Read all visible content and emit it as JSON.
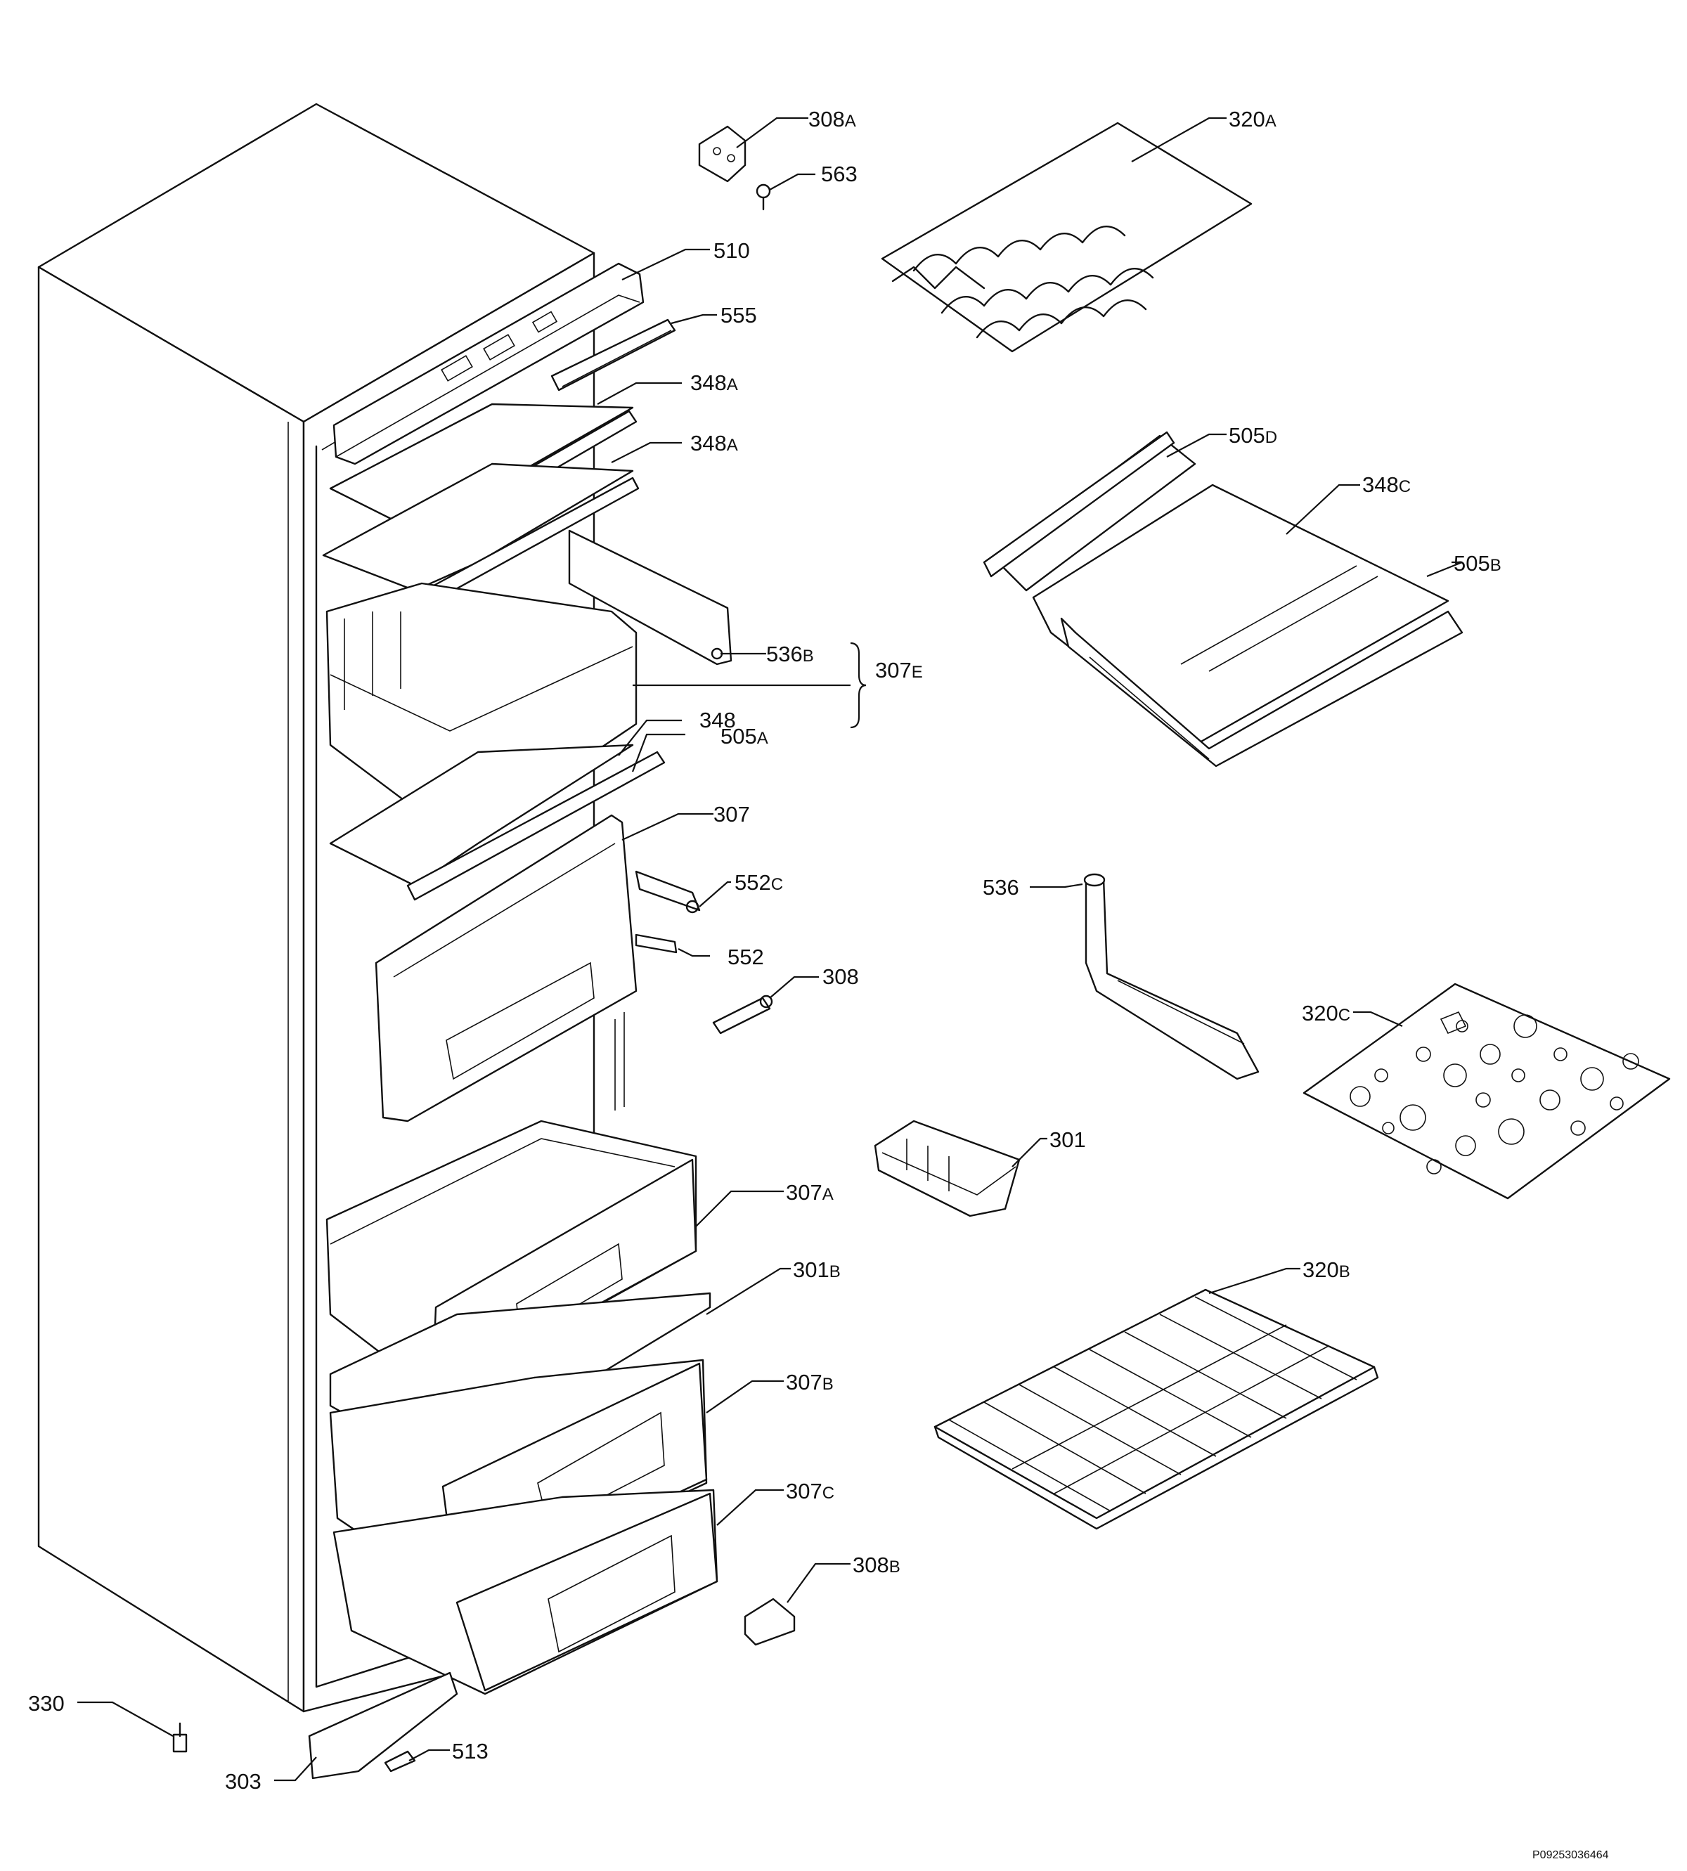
{
  "diagram": {
    "reference_code": "P09253036464",
    "parts": [
      {
        "id": "p308A",
        "main": "308",
        "suffix": "A"
      },
      {
        "id": "p563",
        "main": "563",
        "suffix": ""
      },
      {
        "id": "p510",
        "main": "510",
        "suffix": ""
      },
      {
        "id": "p555",
        "main": "555",
        "suffix": ""
      },
      {
        "id": "p348A1",
        "main": "348",
        "suffix": "A"
      },
      {
        "id": "p348A2",
        "main": "348",
        "suffix": "A"
      },
      {
        "id": "p536B",
        "main": "536",
        "suffix": "B"
      },
      {
        "id": "p307E",
        "main": "307",
        "suffix": "E"
      },
      {
        "id": "p348",
        "main": "348",
        "suffix": ""
      },
      {
        "id": "p505A",
        "main": "505",
        "suffix": "A"
      },
      {
        "id": "p307",
        "main": "307",
        "suffix": ""
      },
      {
        "id": "p552C",
        "main": "552",
        "suffix": "C"
      },
      {
        "id": "p552",
        "main": "552",
        "suffix": ""
      },
      {
        "id": "p308",
        "main": "308",
        "suffix": ""
      },
      {
        "id": "p320A",
        "main": "320",
        "suffix": "A"
      },
      {
        "id": "p505D",
        "main": "505",
        "suffix": "D"
      },
      {
        "id": "p348C",
        "main": "348",
        "suffix": "C"
      },
      {
        "id": "p505B",
        "main": "505",
        "suffix": "B"
      },
      {
        "id": "p536",
        "main": "536",
        "suffix": ""
      },
      {
        "id": "p320C",
        "main": "320",
        "suffix": "C"
      },
      {
        "id": "p301",
        "main": "301",
        "suffix": ""
      },
      {
        "id": "p307A",
        "main": "307",
        "suffix": "A"
      },
      {
        "id": "p301B",
        "main": "301",
        "suffix": "B"
      },
      {
        "id": "p307B",
        "main": "307",
        "suffix": "B"
      },
      {
        "id": "p320B",
        "main": "320",
        "suffix": "B"
      },
      {
        "id": "p307C",
        "main": "307",
        "suffix": "C"
      },
      {
        "id": "p308B",
        "main": "308",
        "suffix": "B"
      },
      {
        "id": "p330",
        "main": "330",
        "suffix": ""
      },
      {
        "id": "p303",
        "main": "303",
        "suffix": ""
      },
      {
        "id": "p513",
        "main": "513",
        "suffix": ""
      }
    ]
  }
}
